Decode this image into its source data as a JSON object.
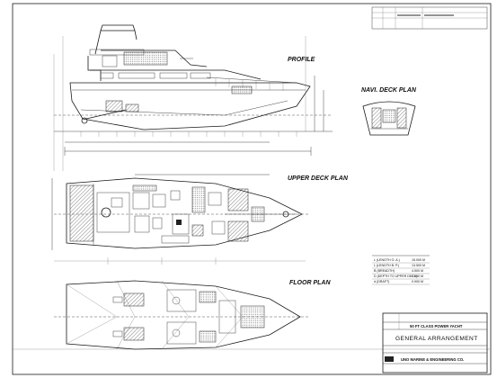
{
  "labels": {
    "profile": "PROFILE",
    "navi_deck_plan": "NAVI. DECK PLAN",
    "upper_deck_plan": "UPPER DECK PLAN",
    "floor_plan": "FLOOR PLAN"
  },
  "title_block": {
    "project": "50 FT CLASS POWER YACHT",
    "drawing": "GENERAL ARRANGEMENT",
    "company": "UNO MARINE & ENGINEERING CO."
  },
  "dimensions_table": {
    "rows": [
      {
        "key": "L (LENGTH O. A.)",
        "value": "15.000 M"
      },
      {
        "key": "L (LENGTH B. P.)",
        "value": "13.500 M"
      },
      {
        "key": "B (BREADTH)",
        "value": "4.500 M"
      },
      {
        "key": "D (DEPTH TO UPPER DECK)",
        "value": "2.100 M"
      },
      {
        "key": "d (DRAFT)",
        "value": "0.900 M"
      }
    ]
  },
  "colors": {
    "ink": "#1a1a1a",
    "paper": "#ffffff"
  }
}
